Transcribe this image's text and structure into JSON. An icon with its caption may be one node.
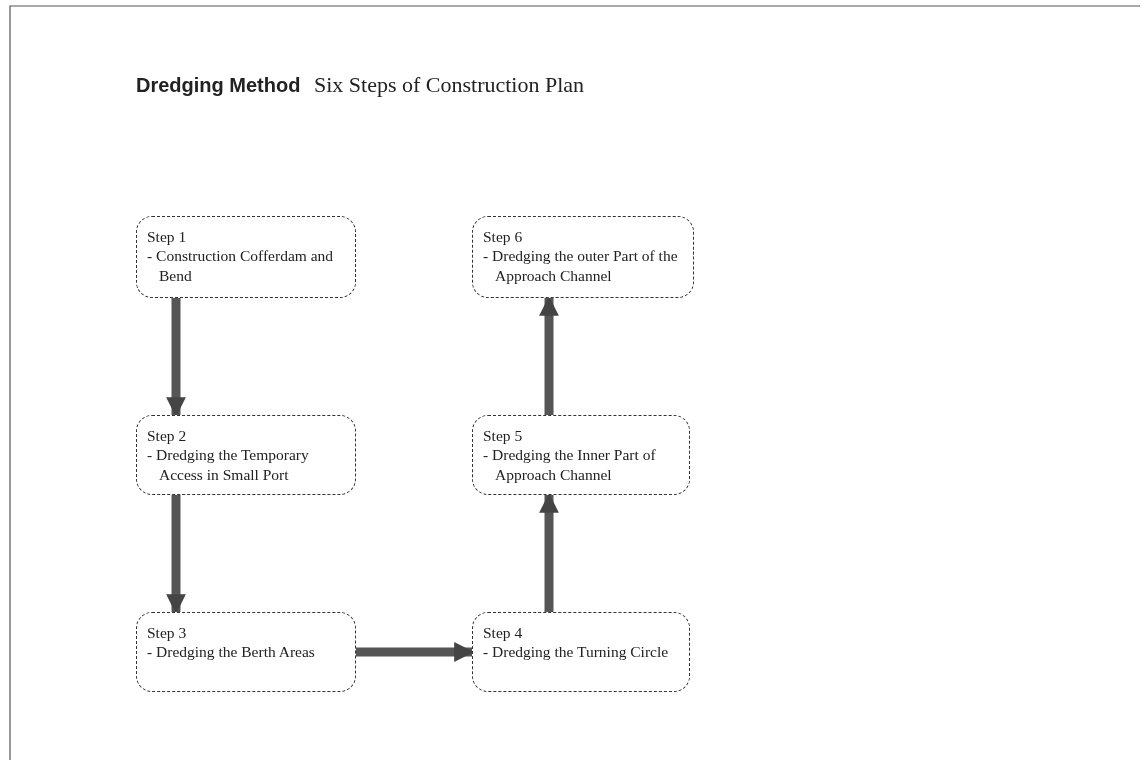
{
  "diagram": {
    "title": "**Dredging Method**  Six Steps of Construction Plan",
    "nodes": [
      {
        "text": [
          "Step 1",
          "- Construction Cofferdam and Bend"
        ]
      },
      {
        "text": [
          "Step 2",
          "- Dredging the Temporary Access in Small Port"
        ]
      },
      {
        "text": [
          "Step 3",
          "- Dredging the Berth Areas"
        ]
      },
      {
        "text": [
          "Step 4",
          "- Dredging the Turning Circle"
        ]
      },
      {
        "text": [
          "Step 5",
          "- Dredging the Inner Part of Approach Channel"
        ]
      },
      {
        "text": [
          "Step 6",
          "- Dredging the outer Part of the Approach Channel"
        ]
      }
    ],
    "edges": [
      {
        "from": 0,
        "to": 1,
        "arrow": "to"
      },
      {
        "from": 1,
        "to": 2,
        "arrow": "to"
      },
      {
        "from": 2,
        "to": 3,
        "arrow": "to"
      },
      {
        "from": 3,
        "to": 4,
        "arrow": "to"
      },
      {
        "from": 4,
        "to": 5,
        "arrow": "to"
      }
    ]
  }
}
